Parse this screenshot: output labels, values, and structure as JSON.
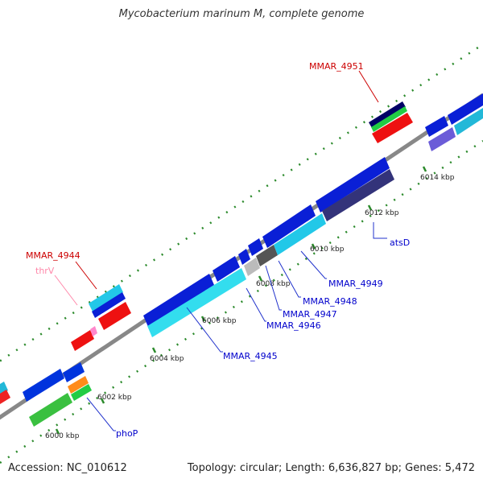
{
  "title": "Mycobacterium marinum M, complete genome",
  "footer": {
    "accession": "Accession: NC_010612",
    "summary": "Topology: circular; Length: 6,636,827 bp; Genes: 5,472"
  },
  "colors": {
    "backbone": "#888888",
    "tick_minor": "#2b8a2b",
    "leader": "#2233cc",
    "label_blue": "#0000cc",
    "label_red": "#cc0000",
    "label_pink": "#ff88aa"
  },
  "ticks": [
    "6000 kbp",
    "6002 kbp",
    "6004 kbp",
    "6006 kbp",
    "6008 kbp",
    "6010 kbp",
    "6012 kbp",
    "6014 kbp"
  ],
  "genes": [
    {
      "label": "MMAR_4951",
      "color_key": "label_red"
    },
    {
      "label": "MMAR_4944",
      "color_key": "label_red"
    },
    {
      "label": "thrV",
      "color_key": "label_pink"
    },
    {
      "label": "atsD",
      "color_key": "label_blue"
    },
    {
      "label": "MMAR_4949",
      "color_key": "label_blue"
    },
    {
      "label": "MMAR_4948",
      "color_key": "label_blue"
    },
    {
      "label": "MMAR_4947",
      "color_key": "label_blue"
    },
    {
      "label": "MMAR_4946",
      "color_key": "label_blue"
    },
    {
      "label": "MMAR_4945",
      "color_key": "label_blue"
    },
    {
      "label": "phoP",
      "color_key": "label_blue"
    }
  ]
}
